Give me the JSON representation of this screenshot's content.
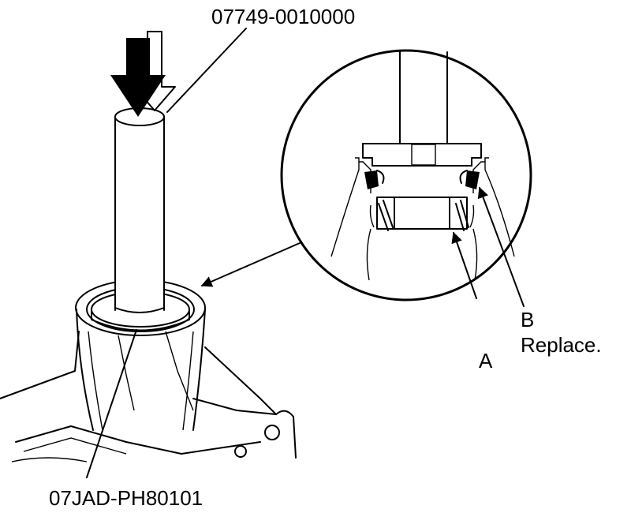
{
  "labels": {
    "tool_top": "07749-0010000",
    "tool_bottom": "07JAD-PH80101",
    "callout_a": "A",
    "callout_b": "B",
    "callout_b_note": "Replace."
  }
}
